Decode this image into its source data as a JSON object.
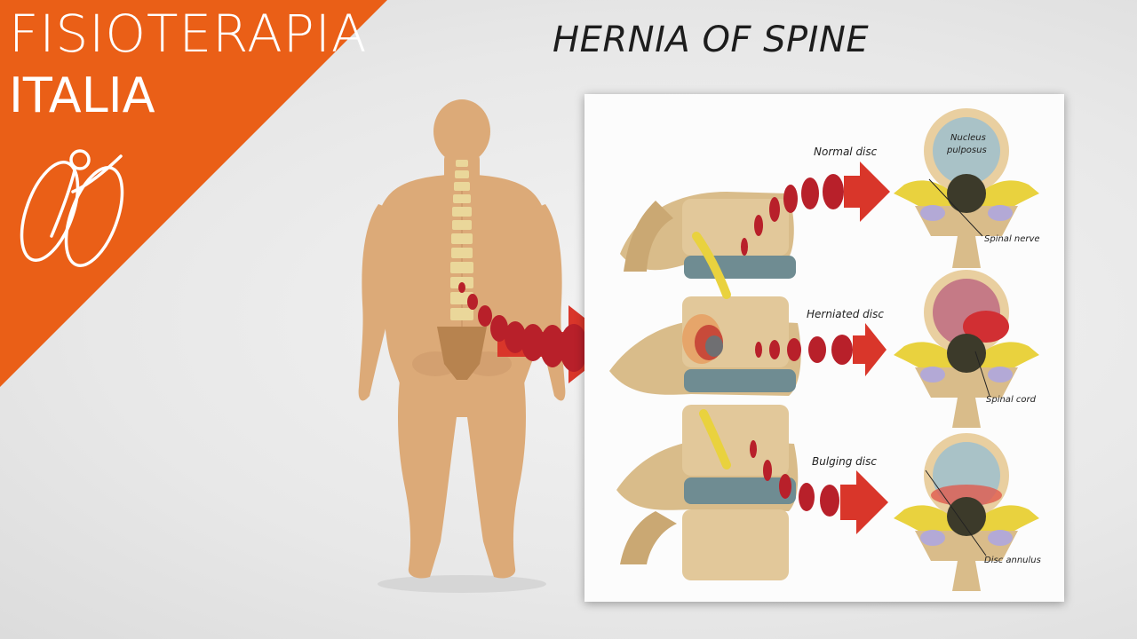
{
  "brand": {
    "line1": "FISIOTERAPIA",
    "line2": "ITALIA",
    "logo_icon": "physio-figure-icon",
    "color": "#ea5f17"
  },
  "title": "HERNIA OF SPINE",
  "diagram": {
    "stages": [
      {
        "label": "Normal disc"
      },
      {
        "label": "Herniated disc"
      },
      {
        "label": "Bulging disc"
      }
    ],
    "callouts": {
      "nucleus_line1": "Nucleus",
      "nucleus_line2": "pulposus",
      "spinal_nerve": "Spinal nerve",
      "spinal_cord": "Spinal cord",
      "disc_annulus": "Disc annulus"
    },
    "colors": {
      "skin": "#dcaa78",
      "bone": "#d9bc8a",
      "arrow_red": "#d9362a",
      "disc_gray": "#6f8c92",
      "nerve_yellow": "#e9d23e",
      "nucleus_blue": "#a9c2c7"
    }
  }
}
